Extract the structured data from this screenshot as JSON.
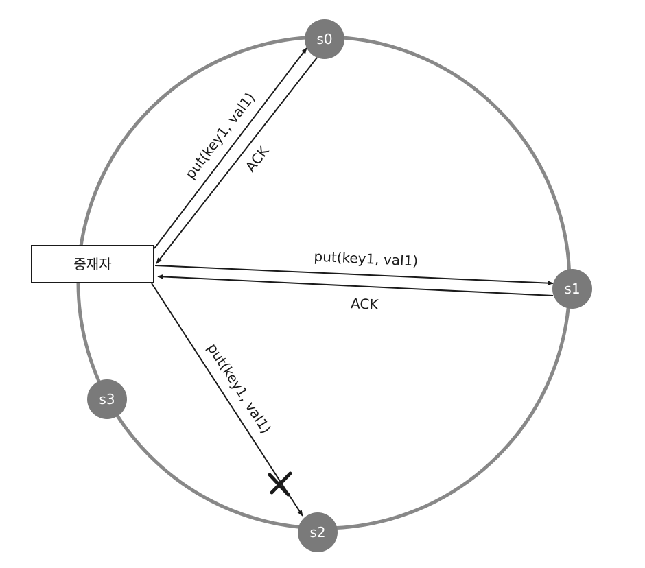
{
  "coordinator": {
    "label": "중재자"
  },
  "nodes": {
    "s0": "s0",
    "s1": "s1",
    "s2": "s2",
    "s3": "s3"
  },
  "messages": {
    "put_s0": "put(key1, val1)",
    "ack_s0": "ACK",
    "put_s1": "put(key1, val1)",
    "ack_s1": "ACK",
    "put_s2": "put(key1, val1)"
  },
  "colors": {
    "ring": "#888888",
    "node": "#7a7a7a",
    "line": "#1a1a1a"
  },
  "icons": {
    "failure": "x-mark-icon"
  }
}
